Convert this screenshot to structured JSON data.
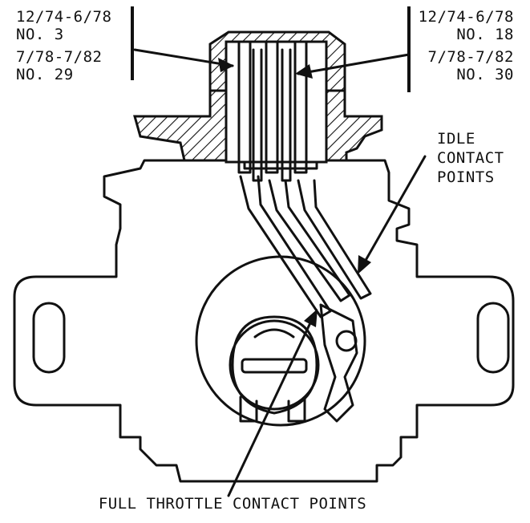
{
  "labels": {
    "top_left": {
      "range1": "12/74-6/78",
      "no1": "NO. 3",
      "range2": "7/78-7/82",
      "no2": "NO. 29"
    },
    "top_right": {
      "range1": "12/74-6/78",
      "no1": "NO. 18",
      "range2": "7/78-7/82",
      "no2": "NO. 30"
    },
    "idle": {
      "line1": "IDLE",
      "line2": "CONTACT",
      "line3": "POINTS"
    },
    "full_throttle": "FULL THROTTLE CONTACT POINTS"
  }
}
